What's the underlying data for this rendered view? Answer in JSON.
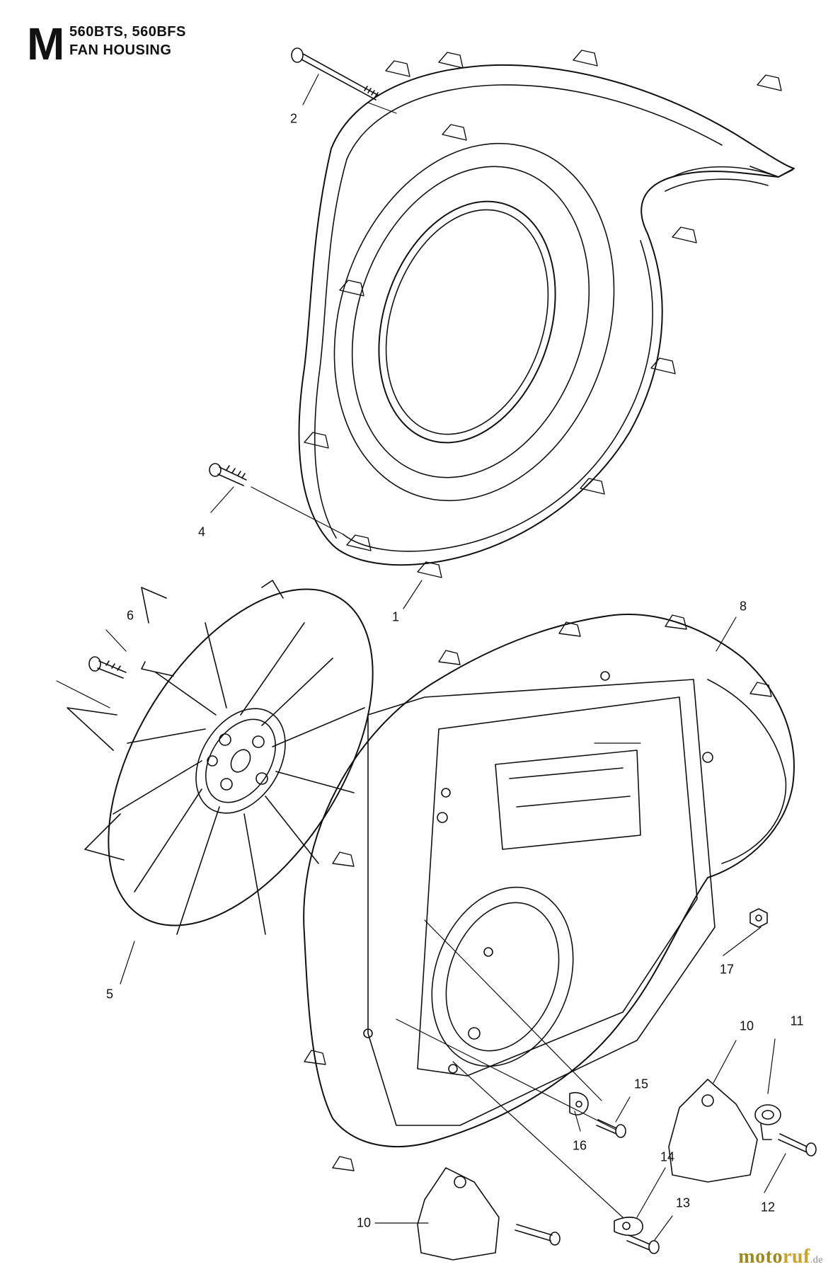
{
  "header": {
    "section_letter": "M",
    "models": "560BTS, 560BFS",
    "title": "FAN HOUSING"
  },
  "callouts": [
    "2",
    "4",
    "1",
    "6",
    "8",
    "5",
    "17",
    "10",
    "11",
    "15",
    "12",
    "16",
    "14",
    "13",
    "10"
  ],
  "watermark": {
    "prefix": "moto",
    "mid": "ruf",
    "suffix": ".de"
  },
  "colors": {
    "ink": "#111111",
    "watermark": "#9c8a1e"
  }
}
